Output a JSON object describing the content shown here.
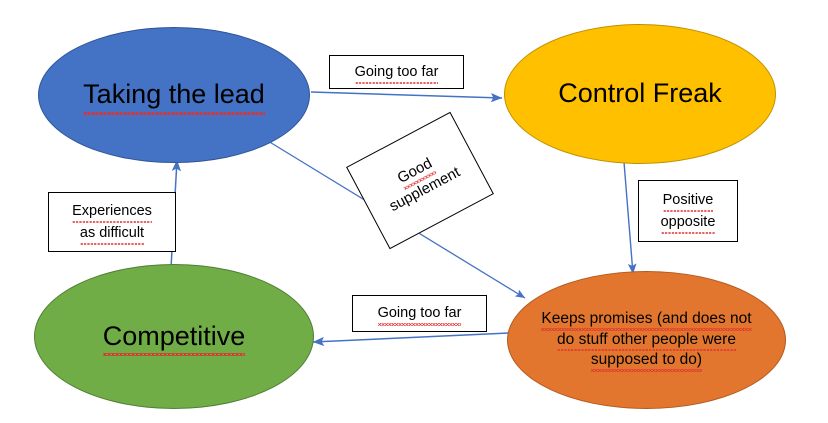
{
  "diagram": {
    "title": "Taking the lead / Control Freak / Competitive behaviour map",
    "background_color": "#FFFFFF",
    "arrow_color": "#4472C4"
  },
  "nodes": [
    {
      "id": "taking-the-lead",
      "label": "Taking the lead",
      "fill": "#4472C4",
      "stroke": "#2F5597",
      "shape": "ellipse"
    },
    {
      "id": "control-freak",
      "label": "Control Freak",
      "fill": "#FFC000",
      "stroke": "#BF9000",
      "shape": "ellipse"
    },
    {
      "id": "competitive",
      "label": "Competitive",
      "fill": "#70AD47",
      "stroke": "#507E32",
      "shape": "ellipse"
    },
    {
      "id": "keeps-promises",
      "label": "Keeps promises (and does not do stuff other people were supposed to do)",
      "line1": "Keeps promises (and does not",
      "line2": "do stuff other people were",
      "line3": "supposed to do)",
      "fill": "#E2762E",
      "stroke": "#B35A1F",
      "shape": "ellipse"
    }
  ],
  "edges": [
    {
      "id": "lead-to-control-freak",
      "label": "Going too far",
      "from": "taking-the-lead",
      "to": "control-freak",
      "direction": "right"
    },
    {
      "id": "lead-to-keeps-promises",
      "label": "Good supplement",
      "label_line1": "Good",
      "label_line2": "supplement",
      "from": "taking-the-lead",
      "to": "keeps-promises",
      "direction": "down-right"
    },
    {
      "id": "control-freak-to-keeps-promises",
      "label": "Positive opposite",
      "label_line1": "Positive",
      "label_line2": "opposite",
      "from": "control-freak",
      "to": "keeps-promises",
      "direction": "down"
    },
    {
      "id": "keeps-promises-to-competitive",
      "label": "Going too far",
      "from": "keeps-promises",
      "to": "competitive",
      "direction": "left"
    },
    {
      "id": "competitive-to-lead",
      "label": "Experiences as difficult",
      "label_line1": "Experiences",
      "label_line2": "as difficult",
      "from": "competitive",
      "to": "taking-the-lead",
      "direction": "up"
    }
  ]
}
